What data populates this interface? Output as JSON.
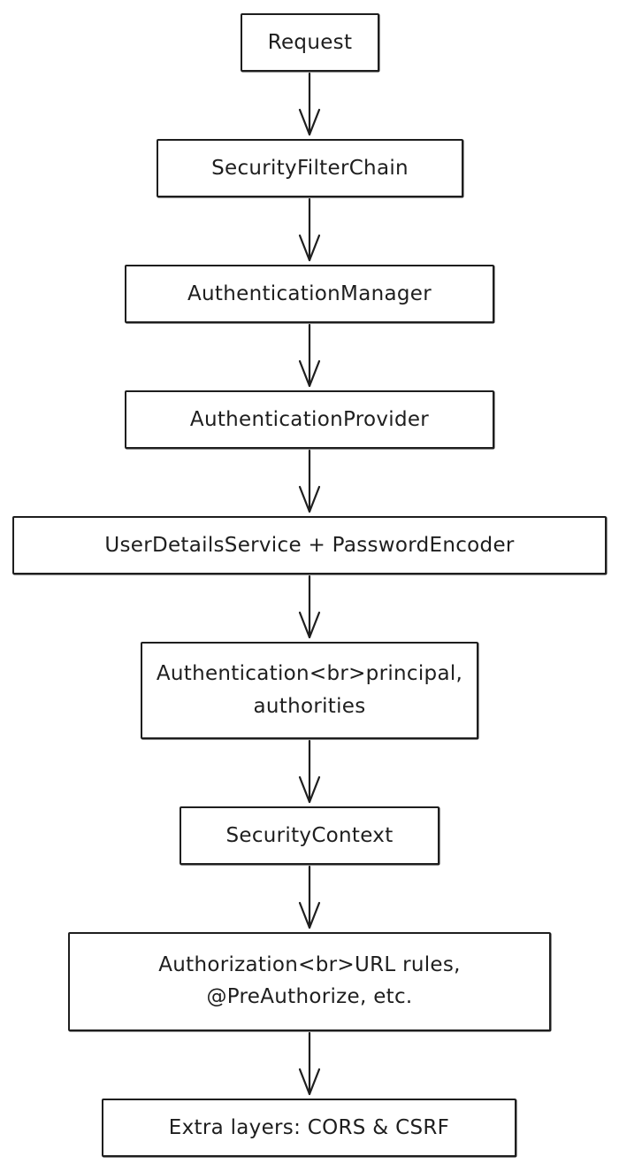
{
  "nodes": [
    {
      "id": "n1",
      "label": "Request"
    },
    {
      "id": "n2",
      "label": "SecurityFilterChain"
    },
    {
      "id": "n3",
      "label": "AuthenticationManager"
    },
    {
      "id": "n4",
      "label": "AuthenticationProvider"
    },
    {
      "id": "n5",
      "label": "UserDetailsService + PasswordEncoder"
    },
    {
      "id": "n6",
      "label": "Authentication<br>principal, authorities"
    },
    {
      "id": "n7",
      "label": "SecurityContext"
    },
    {
      "id": "n8",
      "label_line1": "Authorization<br>URL rules,",
      "label_line2": "@PreAuthorize, etc."
    },
    {
      "id": "n9",
      "label": "Extra layers: CORS & CSRF"
    }
  ],
  "edges": [
    {
      "from": "n1",
      "to": "n2"
    },
    {
      "from": "n2",
      "to": "n3"
    },
    {
      "from": "n3",
      "to": "n4"
    },
    {
      "from": "n4",
      "to": "n5"
    },
    {
      "from": "n5",
      "to": "n6"
    },
    {
      "from": "n6",
      "to": "n7"
    },
    {
      "from": "n7",
      "to": "n8"
    },
    {
      "from": "n8",
      "to": "n9"
    }
  ],
  "colors": {
    "stroke": "#1e1e1e",
    "background": "#ffffff"
  }
}
